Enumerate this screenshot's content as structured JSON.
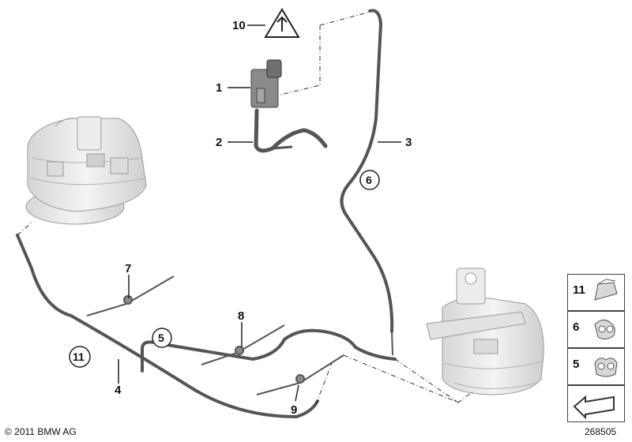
{
  "callouts": {
    "c1": "1",
    "c2": "2",
    "c3": "3",
    "c4": "4",
    "c7": "7",
    "c8": "8",
    "c9": "9",
    "c10": "10"
  },
  "circled": {
    "c5": "5",
    "c6": "6",
    "c11": "11"
  },
  "legend": {
    "items": [
      {
        "label": "11",
        "icon": "clip-icon"
      },
      {
        "label": "6",
        "icon": "double-clip-icon"
      },
      {
        "label": "5",
        "icon": "hose-clip-icon"
      },
      {
        "label": "",
        "icon": "arrow-icon"
      }
    ]
  },
  "footer": {
    "copyright": "© 2011 BMW AG",
    "diagram_id": "268505"
  },
  "colors": {
    "hose": "#555555",
    "part_fill": "#e4e4e4",
    "part_stroke": "#9a9a9a",
    "leader": "#222222"
  }
}
